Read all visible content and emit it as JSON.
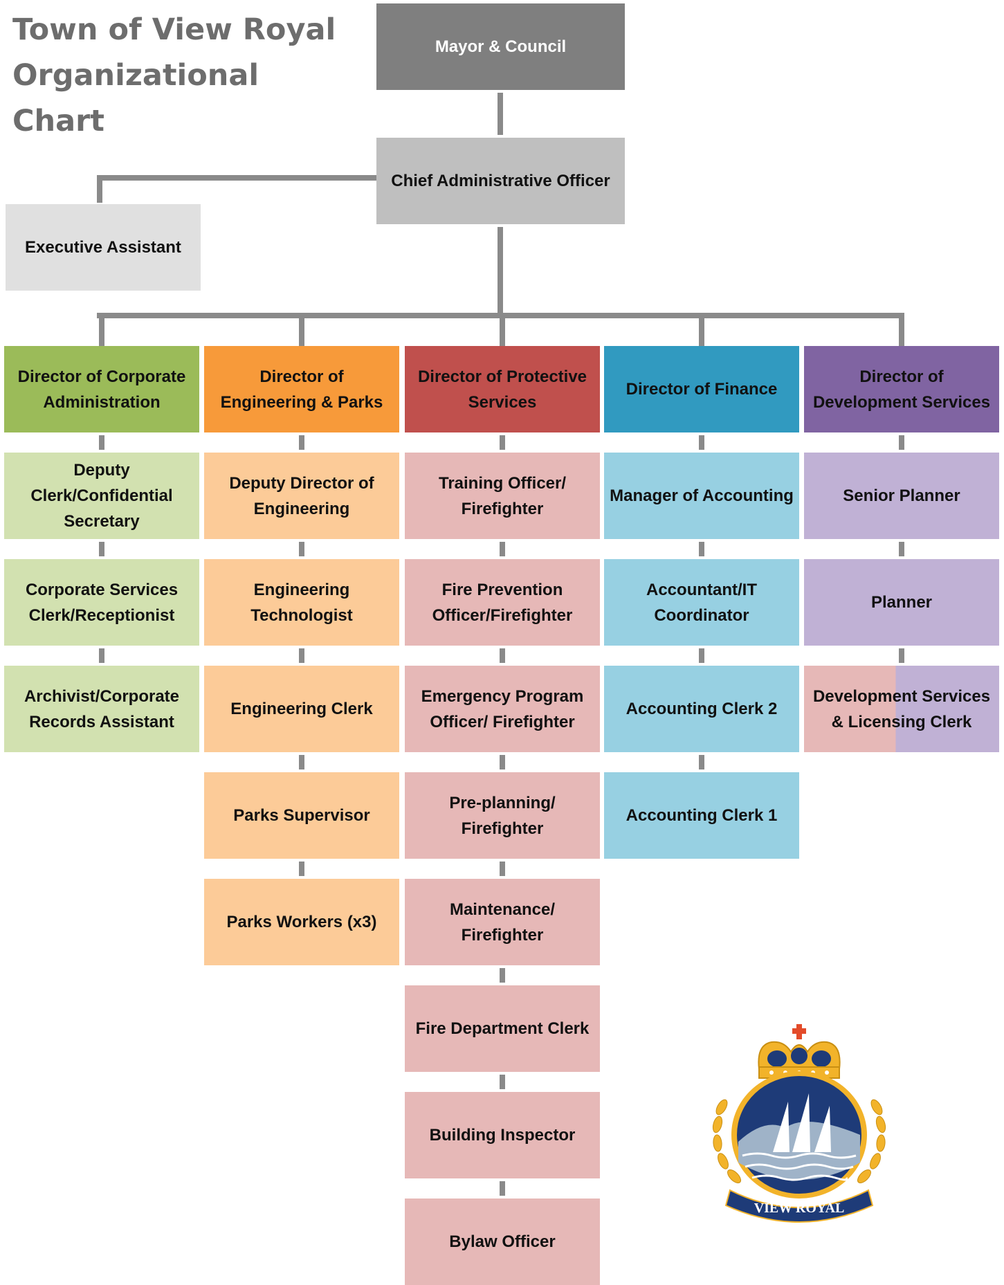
{
  "title": {
    "line1": "Town of View Royal",
    "line2": "Organizational Chart"
  },
  "top": {
    "mayor": "Mayor & Council",
    "cao": "Chief Administrative Officer",
    "executive_assistant": "Executive Assistant"
  },
  "departments": [
    {
      "director": "Director of Corporate Administration",
      "staff": [
        "Deputy Clerk/Confidential Secretary",
        "Corporate Services Clerk/Receptionist",
        "Archivist/Corporate Records Assistant"
      ]
    },
    {
      "director": "Director of Engineering & Parks",
      "staff": [
        "Deputy Director of Engineering",
        "Engineering Technologist",
        "Engineering Clerk",
        "Parks Supervisor",
        "Parks Workers (x3)"
      ]
    },
    {
      "director": "Director of Protective Services",
      "staff": [
        "Training Officer/ Firefighter",
        "Fire Prevention Officer/Firefighter",
        "Emergency Program Officer/ Firefighter",
        "Pre-planning/ Firefighter",
        "Maintenance/ Firefighter",
        "Fire Department Clerk",
        "Building Inspector",
        "Bylaw Officer"
      ]
    },
    {
      "director": "Director of Finance",
      "staff": [
        "Manager of Accounting",
        "Accountant/IT Coordinator",
        "Accounting Clerk 2",
        "Accounting Clerk 1"
      ]
    },
    {
      "director": "Director of Development Services",
      "staff": [
        "Senior Planner",
        "Planner",
        "Development Services & Licensing Clerk"
      ]
    }
  ],
  "logo": {
    "text": "VIEW ROYAL"
  },
  "colors": {
    "mayor": "#7f7f7f",
    "cao": "#bfbfbf",
    "executive_assistant": "#e0e0e0",
    "connector": "#8a8a8a",
    "corporate_director": "#9bbb59",
    "corporate_staff": "#d2e1b0",
    "engineering_director": "#f79a3a",
    "engineering_staff": "#fccb98",
    "protective_director": "#c0504d",
    "protective_staff": "#e6b8b7",
    "finance_director": "#319ac0",
    "finance_staff": "#97d0e2",
    "development_director": "#8064a2",
    "development_staff": "#c0b1d5"
  }
}
